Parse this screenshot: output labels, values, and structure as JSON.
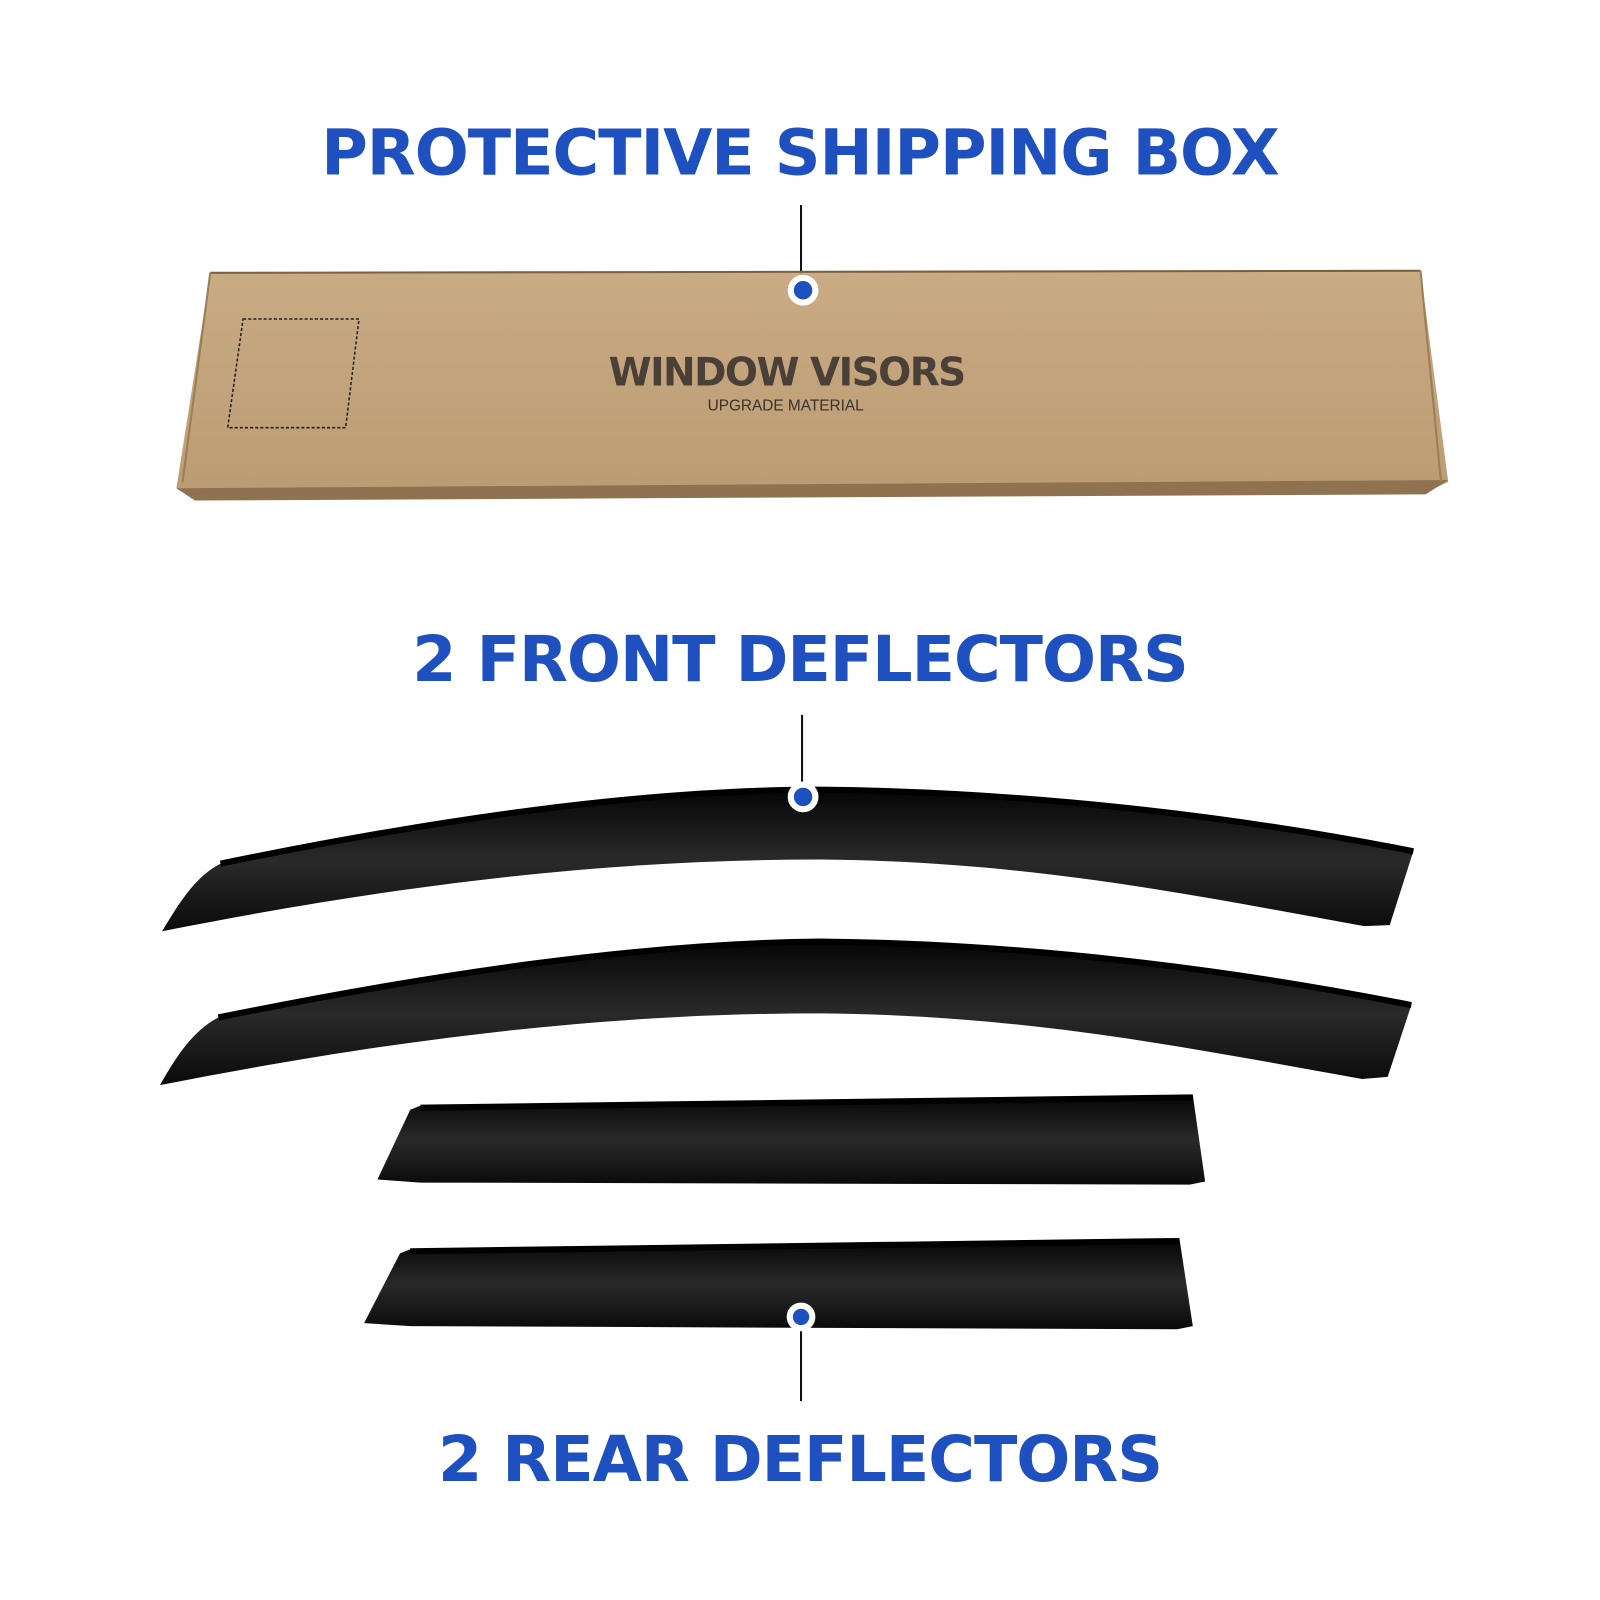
{
  "labels": {
    "box": "PROTECTIVE SHIPPING BOX",
    "front": "2 FRONT DEFLECTORS",
    "rear": "2 REAR DEFLECTORS"
  },
  "box_print": {
    "title": "WINDOW VISORS",
    "subtitle": "UPGRADE MATERIAL"
  },
  "colors": {
    "accent": "#1f50c0",
    "cardboard": "#c4a57e",
    "visor": "#141414",
    "background": "#ffffff"
  }
}
